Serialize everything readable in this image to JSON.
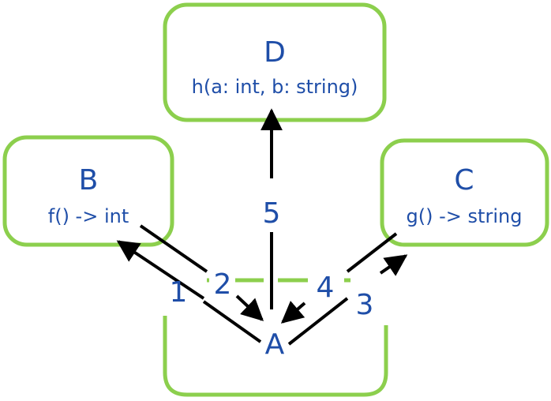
{
  "colors": {
    "box_border": "#8ccf4d",
    "text": "#1f4ea8",
    "arrow": "#000000",
    "background": "#ffffff"
  },
  "nodes": {
    "a": {
      "title": "A"
    },
    "b": {
      "title": "B",
      "signature": "f() -> int"
    },
    "c": {
      "title": "C",
      "signature": "g() -> string"
    },
    "d": {
      "title": "D",
      "signature": "h(a: int, b: string)"
    }
  },
  "edges": {
    "e1": {
      "label": "1"
    },
    "e2": {
      "label": "2"
    },
    "e3": {
      "label": "3"
    },
    "e4": {
      "label": "4"
    },
    "e5": {
      "label": "5"
    }
  }
}
